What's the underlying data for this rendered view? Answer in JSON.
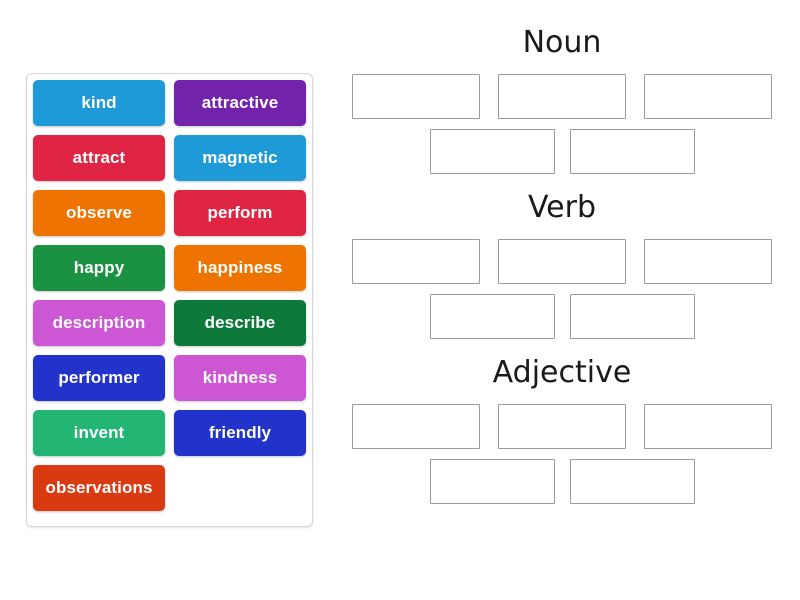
{
  "activity": {
    "type": "word-sort-drag-and-drop"
  },
  "tray": {
    "tiles": [
      {
        "label": "kind",
        "color": "#1f9ad9"
      },
      {
        "label": "attractive",
        "color": "#7322ab"
      },
      {
        "label": "attract",
        "color": "#e02443"
      },
      {
        "label": "magnetic",
        "color": "#1f9ad9"
      },
      {
        "label": "observe",
        "color": "#ef7300"
      },
      {
        "label": "perform",
        "color": "#e02443"
      },
      {
        "label": "happy",
        "color": "#1b9142"
      },
      {
        "label": "happiness",
        "color": "#ef7300"
      },
      {
        "label": "description",
        "color": "#cc56d4"
      },
      {
        "label": "describe",
        "color": "#0d7a3c"
      },
      {
        "label": "performer",
        "color": "#2233cc"
      },
      {
        "label": "kindness",
        "color": "#cc56d4"
      },
      {
        "label": "invent",
        "color": "#22b573"
      },
      {
        "label": "friendly",
        "color": "#2233cc"
      },
      {
        "label": "observations",
        "color": "#d93a12"
      },
      {
        "label": "",
        "color": "transparent",
        "empty": true
      }
    ]
  },
  "categories": [
    {
      "title": "Noun",
      "slots_top": [
        "",
        "",
        ""
      ],
      "slots_bottom": [
        "",
        ""
      ]
    },
    {
      "title": "Verb",
      "slots_top": [
        "",
        "",
        ""
      ],
      "slots_bottom": [
        "",
        ""
      ]
    },
    {
      "title": "Adjective",
      "slots_top": [
        "",
        "",
        ""
      ],
      "slots_bottom": [
        "",
        ""
      ]
    }
  ],
  "colors": {
    "background": "#ffffff",
    "tray_border": "#d7d7d7",
    "slot_border": "#9b9b9b",
    "title_text": "#1a1a1a",
    "tile_text": "#ffffff"
  }
}
